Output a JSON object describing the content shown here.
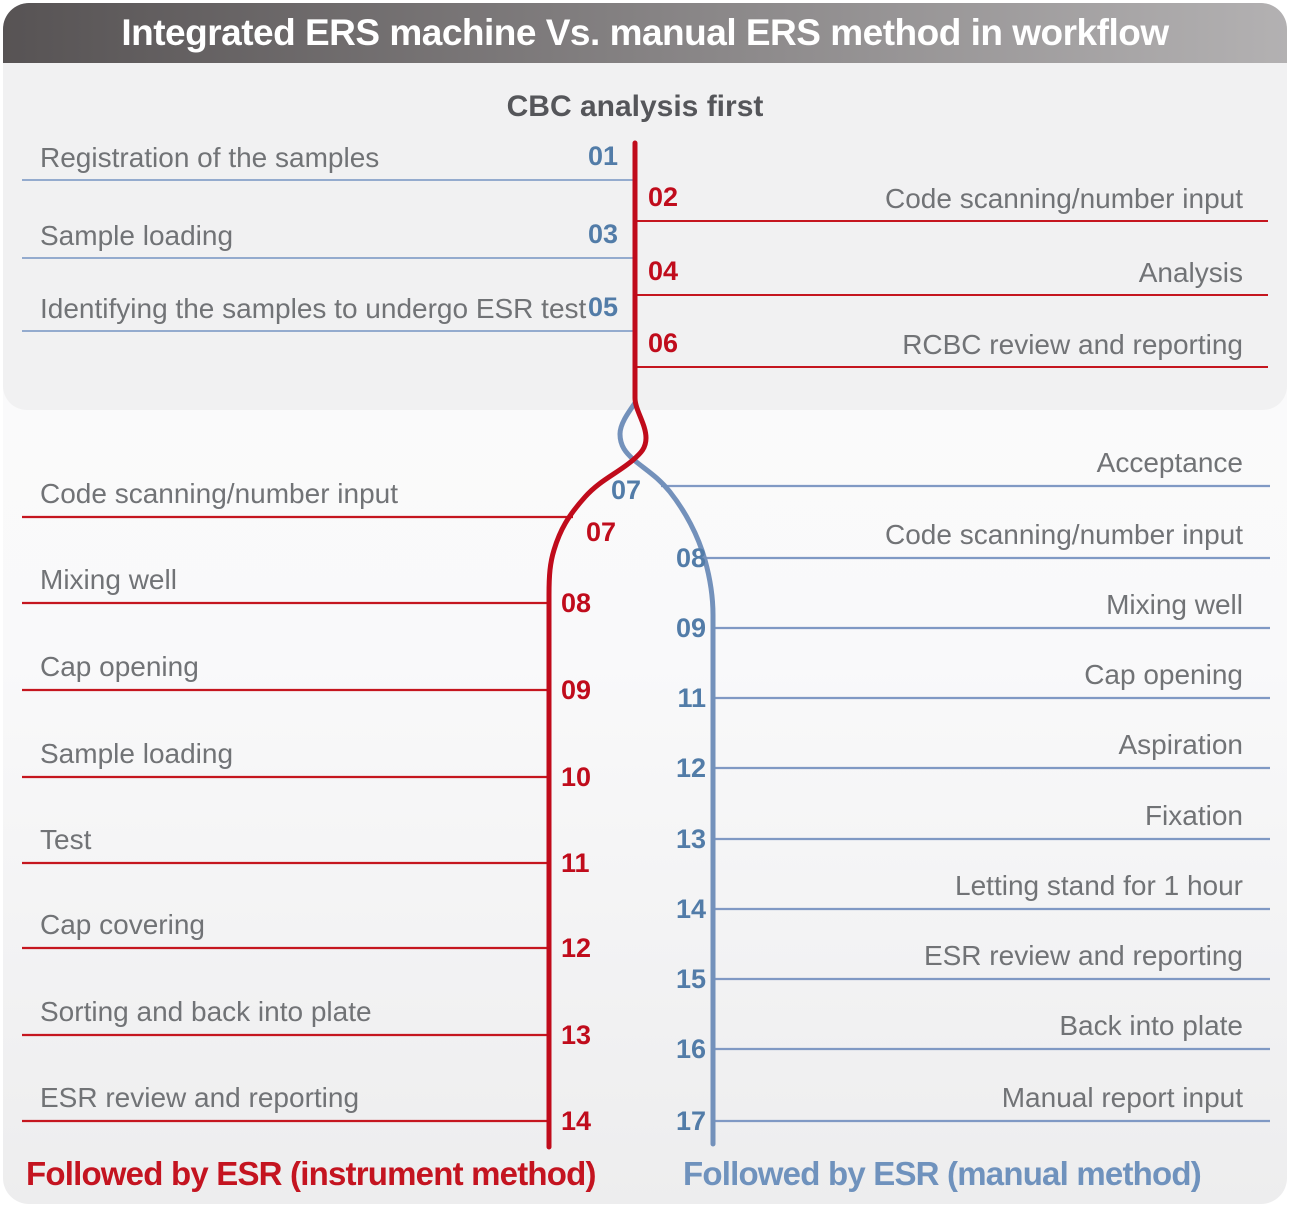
{
  "title": "Integrated ERS machine Vs. manual ERS method in workflow",
  "section_heading": "CBC analysis first",
  "colors": {
    "title_bar_dark": "#575354",
    "title_bar_light": "#b3b1b2",
    "instrument_red": "#c00c1c",
    "manual_blue": "#527ca8",
    "thin_line_red": "#c5161f",
    "thin_line_blue": "#8ca5c8",
    "label_gray": "#717376",
    "top_section_bg": "#f1f1f2"
  },
  "cbc_steps": [
    {
      "num": "01",
      "side": "left",
      "label": "Registration of the samples"
    },
    {
      "num": "02",
      "side": "right",
      "label": "Code scanning/number input"
    },
    {
      "num": "03",
      "side": "left",
      "label": "Sample loading"
    },
    {
      "num": "04",
      "side": "right",
      "label": "Analysis"
    },
    {
      "num": "05",
      "side": "left",
      "label": "Identifying the samples to undergo ESR test"
    },
    {
      "num": "06",
      "side": "right",
      "label": "RCBC review and reporting"
    }
  ],
  "instrument_branch": {
    "caption": "Followed by ESR (instrument method)",
    "steps": [
      {
        "num": "07",
        "label": "Code scanning/number input"
      },
      {
        "num": "08",
        "label": "Mixing well"
      },
      {
        "num": "09",
        "label": "Cap opening"
      },
      {
        "num": "10",
        "label": "Sample loading"
      },
      {
        "num": "11",
        "label": "Test"
      },
      {
        "num": "12",
        "label": "Cap covering"
      },
      {
        "num": "13",
        "label": "Sorting and back into plate"
      },
      {
        "num": "14",
        "label": "ESR review and reporting"
      }
    ]
  },
  "manual_branch": {
    "caption": "Followed by ESR (manual method)",
    "steps": [
      {
        "num": "07",
        "label": "Acceptance"
      },
      {
        "num": "08",
        "label": "Code scanning/number input"
      },
      {
        "num": "09",
        "label": "Mixing well"
      },
      {
        "num": "11",
        "label": "Cap opening"
      },
      {
        "num": "12",
        "label": "Aspiration"
      },
      {
        "num": "13",
        "label": "Fixation"
      },
      {
        "num": "14",
        "label": "Letting stand for 1 hour"
      },
      {
        "num": "15",
        "label": "ESR review and reporting"
      },
      {
        "num": "16",
        "label": "Back into plate"
      },
      {
        "num": "17",
        "label": "Manual report input"
      }
    ]
  }
}
